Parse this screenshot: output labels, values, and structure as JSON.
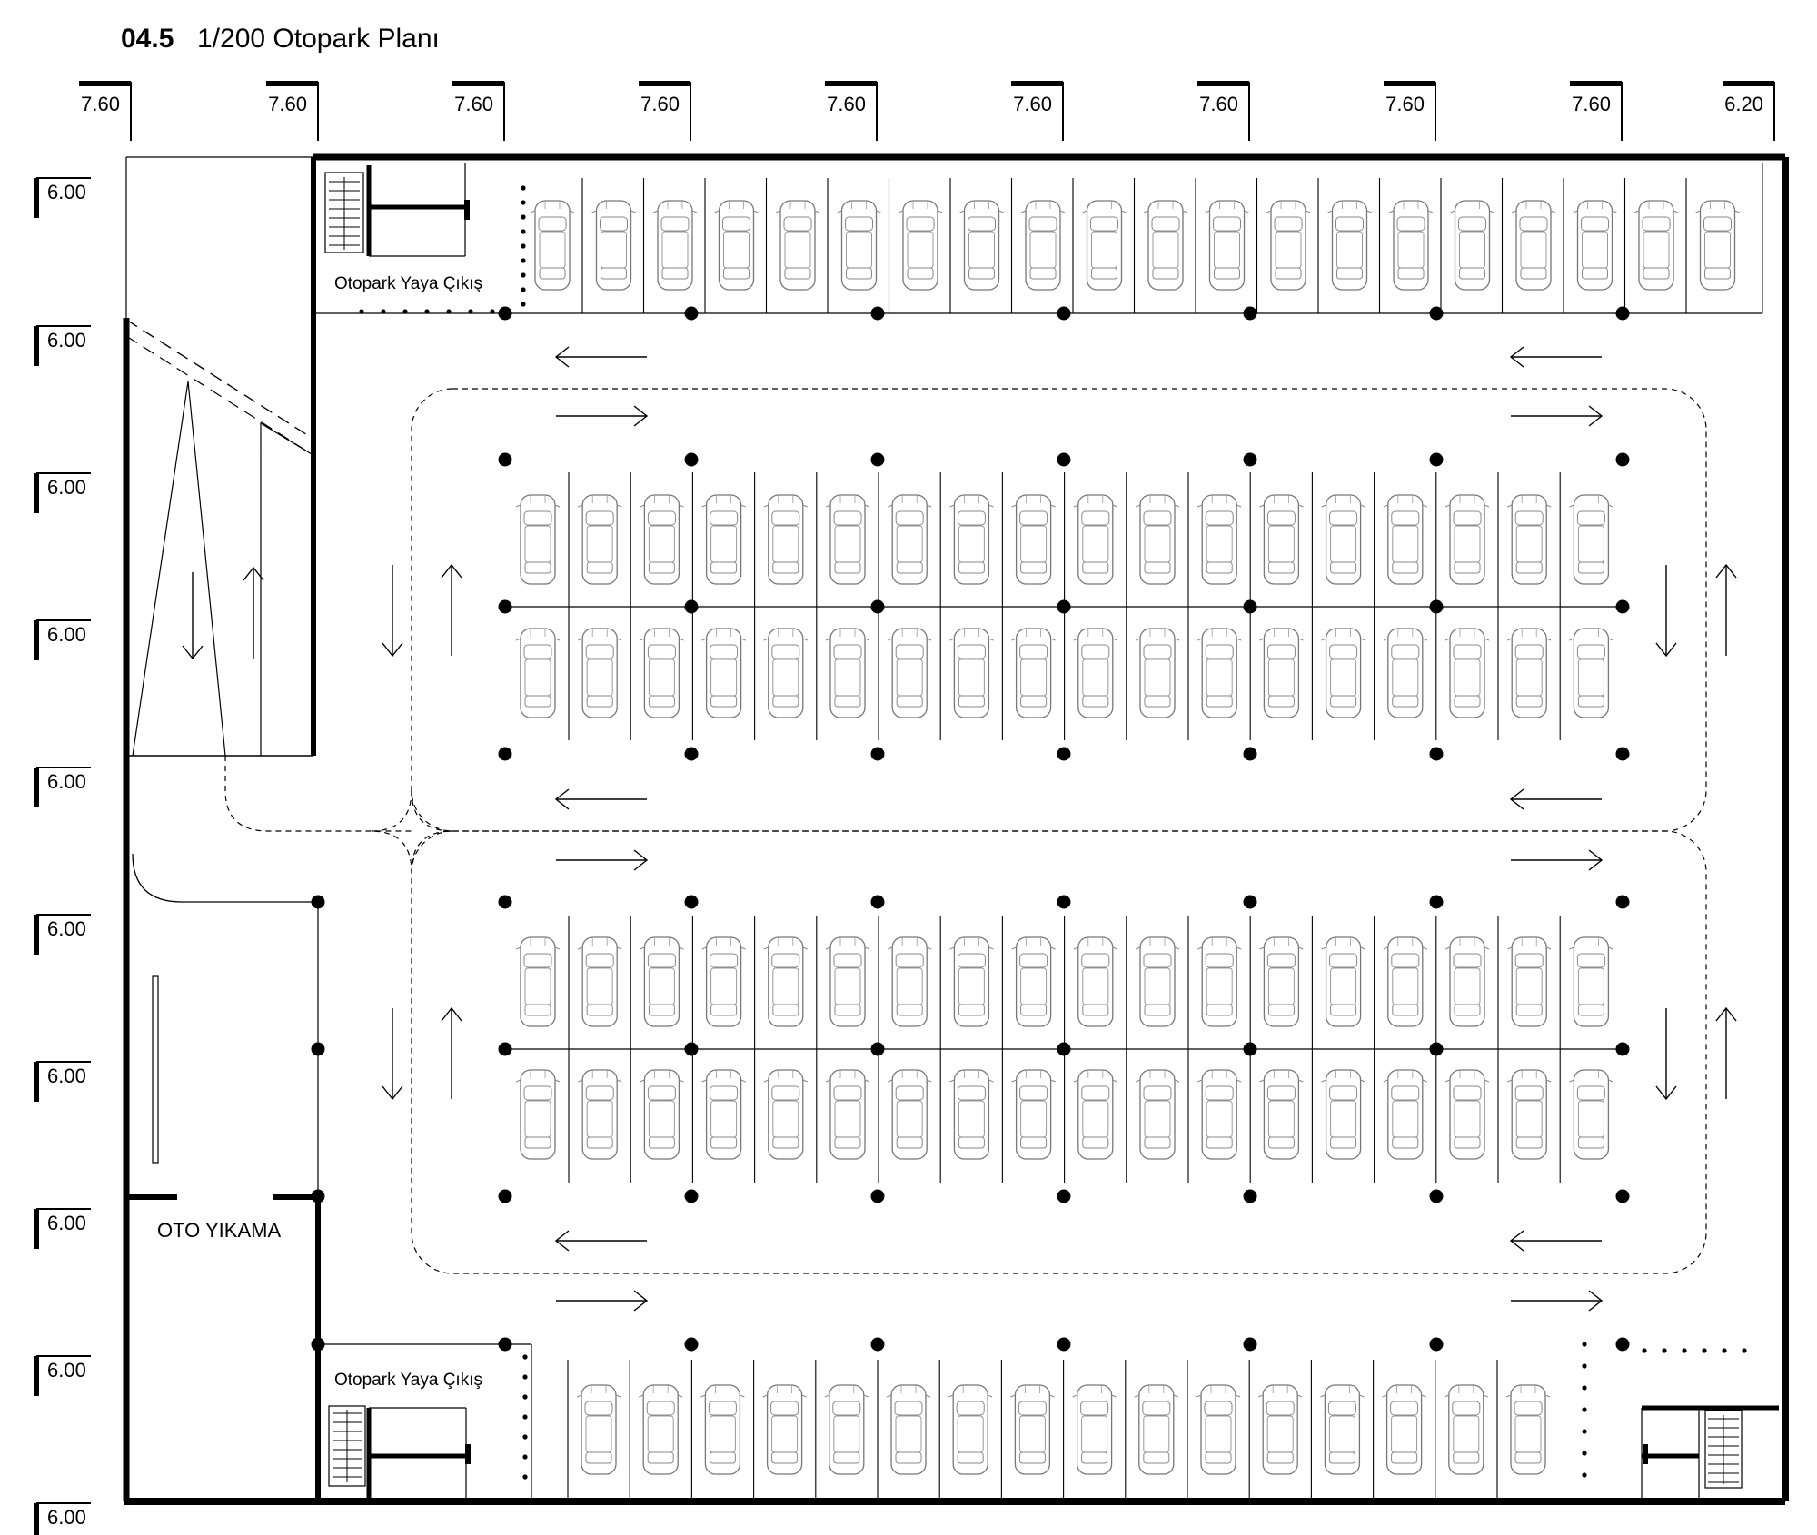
{
  "title": {
    "number": "04.5",
    "text": "1/200 Otopark Planı"
  },
  "column_dimensions": [
    "7.60",
    "7.60",
    "7.60",
    "7.60",
    "7.60",
    "7.60",
    "7.60",
    "7.60",
    "7.60",
    "6.20"
  ],
  "row_dimensions": [
    "6.00",
    "6.00",
    "6.00",
    "6.00",
    "6.00",
    "6.00",
    "6.00",
    "6.00",
    "6.00",
    "6.00"
  ],
  "labels": {
    "exit_top": "Otopark Yaya Çıkış",
    "exit_bottom": "Otopark Yaya Çıkış",
    "car_wash": "OTO YIKAMA"
  },
  "icons": {
    "car": "car-topview-icon",
    "column": "structural-column-icon",
    "arrow": "traffic-direction-arrow-icon",
    "stair": "staircase-icon"
  }
}
